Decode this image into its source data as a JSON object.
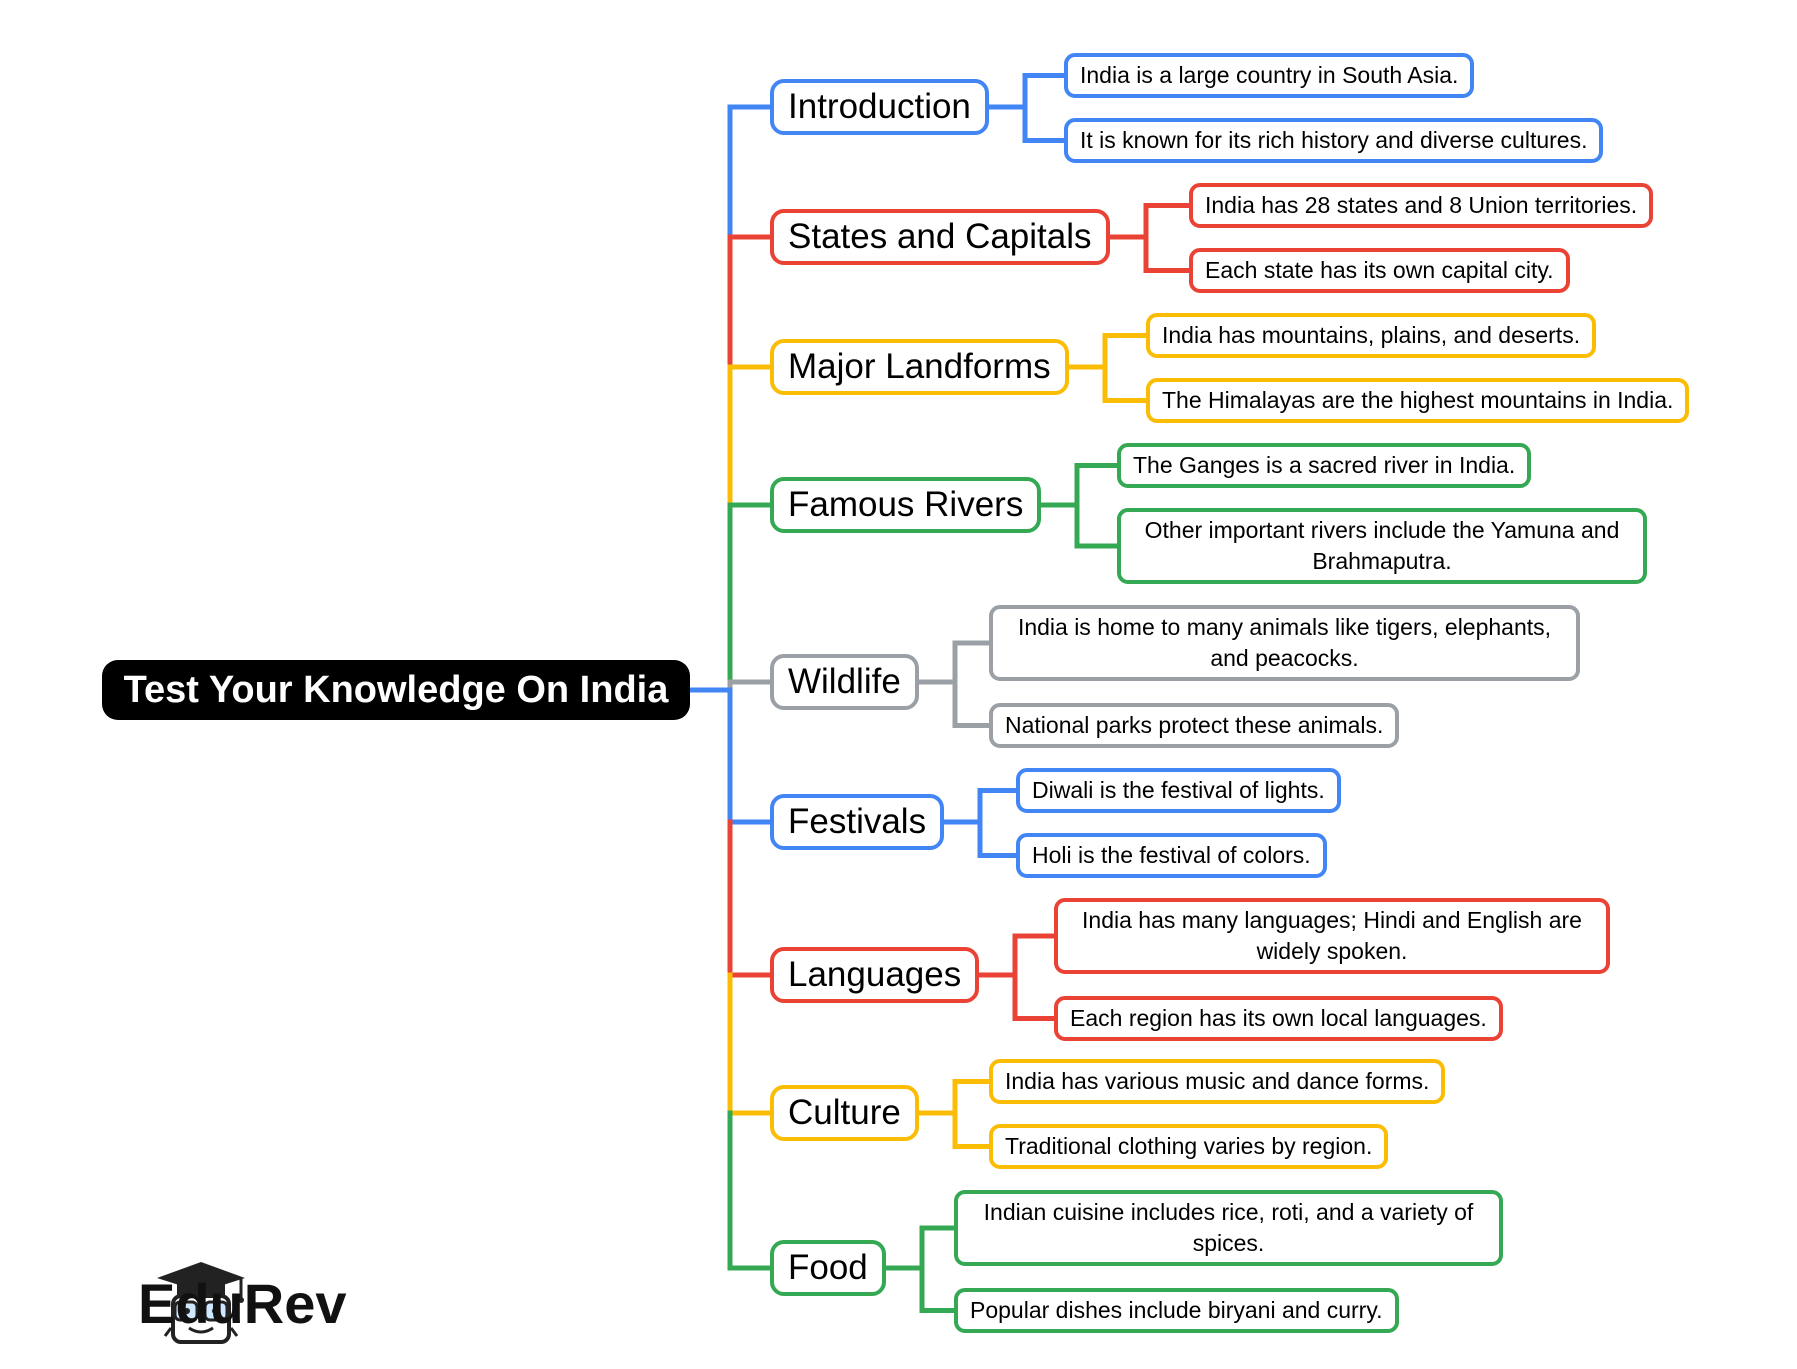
{
  "root": {
    "label": "Test Your Knowledge On India"
  },
  "colors": {
    "blue": "#4285f4",
    "red": "#ea4335",
    "yellow": "#fbbc04",
    "green": "#34a853",
    "gray": "#9aa0a6"
  },
  "topics": [
    {
      "label": "Introduction",
      "color": "#4285f4",
      "children": [
        "India is a large country in South Asia.",
        "It is known for its rich history and diverse cultures."
      ]
    },
    {
      "label": "States and Capitals",
      "color": "#ea4335",
      "children": [
        "India has 28 states and 8 Union territories.",
        "Each state has its own capital city."
      ]
    },
    {
      "label": "Major Landforms",
      "color": "#fbbc04",
      "children": [
        "India has mountains, plains, and deserts.",
        "The Himalayas are the highest mountains in India."
      ]
    },
    {
      "label": "Famous Rivers",
      "color": "#34a853",
      "children": [
        "The Ganges is a sacred river in India.",
        "Other important rivers include the Yamuna and\nBrahmaputra."
      ]
    },
    {
      "label": "Wildlife",
      "color": "#9aa0a6",
      "children": [
        "India is home to many animals like tigers, elephants,\nand peacocks.",
        "National parks protect these animals."
      ]
    },
    {
      "label": "Festivals",
      "color": "#4285f4",
      "children": [
        "Diwali is the festival of lights.",
        "Holi is the festival of colors."
      ]
    },
    {
      "label": "Languages",
      "color": "#ea4335",
      "children": [
        "India has many languages; Hindi and English are\nwidely spoken.",
        "Each region has its own local languages."
      ]
    },
    {
      "label": "Culture",
      "color": "#fbbc04",
      "children": [
        "India has various music and dance forms.",
        "Traditional clothing varies by region."
      ]
    },
    {
      "label": "Food",
      "color": "#34a853",
      "children": [
        "Indian cuisine includes rice, roti, and a variety of\nspices.",
        "Popular dishes include biryani and curry."
      ]
    }
  ],
  "logo": {
    "text": "EduRev"
  }
}
